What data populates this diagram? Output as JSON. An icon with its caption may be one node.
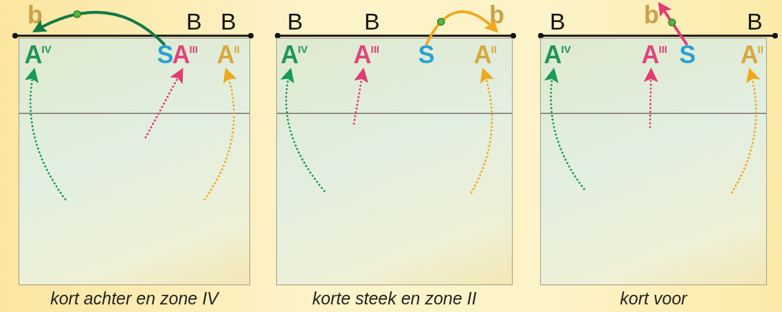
{
  "diagram": {
    "nodes": [
      {
        "text": [
          "kort achter en zone IV"
        ]
      },
      {
        "text": [
          "b"
        ]
      },
      {
        "text": [
          "A$^{IV}$"
        ],
        "in": 0
      },
      {
        "text": [
          "S"
        ],
        "in": 0
      },
      {
        "text": [
          "A$^{III}$"
        ],
        "in": 0
      },
      {
        "text": [
          "A$^{II}$"
        ],
        "in": 0
      },
      {
        "text": [
          "korte steek en zone II"
        ]
      },
      {
        "text": [
          "A$^{IV}$"
        ],
        "in": 6
      },
      {
        "text": [
          "A$^{III}$"
        ],
        "in": 6
      },
      {
        "text": [
          "S"
        ],
        "in": 6
      },
      {
        "text": [
          "b"
        ]
      },
      {
        "text": [
          "A$^{II}$"
        ],
        "in": 6
      },
      {
        "text": [
          "kort voor"
        ]
      },
      {
        "text": [
          "b"
        ]
      },
      {
        "text": [
          "A$^{IV}$"
        ],
        "in": 12
      },
      {
        "text": [
          "A$^{III}$"
        ],
        "in": 12
      },
      {
        "text": [
          "S"
        ],
        "in": 12
      },
      {
        "text": [
          "A$^{II}$"
        ],
        "in": 12
      }
    ],
    "edges": [
      {
        "from": 3,
        "to": 1,
        "arrow": "to",
        "color": "#127a45"
      },
      {
        "from": null,
        "to": 2,
        "arrow": "to",
        "style": "dashed",
        "color": "#1a9a55"
      },
      {
        "from": null,
        "to": 4,
        "arrow": "to",
        "style": "dashed",
        "color": "#e23a74"
      },
      {
        "from": null,
        "to": 5,
        "arrow": "to",
        "style": "dashed",
        "color": "#f0a81c"
      },
      {
        "from": 9,
        "to": 10,
        "arrow": "to",
        "color": "#f0a81c"
      },
      {
        "from": null,
        "to": 7,
        "arrow": "to",
        "style": "dashed",
        "color": "#1a9a55"
      },
      {
        "from": null,
        "to": 8,
        "arrow": "to",
        "style": "dashed",
        "color": "#e23a74"
      },
      {
        "from": null,
        "to": 11,
        "arrow": "to",
        "style": "dashed",
        "color": "#f0a81c"
      },
      {
        "from": 16,
        "to": 13,
        "arrow": "to",
        "color": "#e23a74"
      },
      {
        "from": null,
        "to": 14,
        "arrow": "to",
        "style": "dashed",
        "color": "#1a9a55"
      },
      {
        "from": null,
        "to": 15,
        "arrow": "to",
        "style": "dashed",
        "color": "#e23a74"
      },
      {
        "from": null,
        "to": 17,
        "arrow": "to",
        "style": "dashed",
        "color": "#f0a81c"
      }
    ],
    "labels": [
      "B",
      "B",
      "B",
      "B",
      "B",
      "B"
    ]
  }
}
